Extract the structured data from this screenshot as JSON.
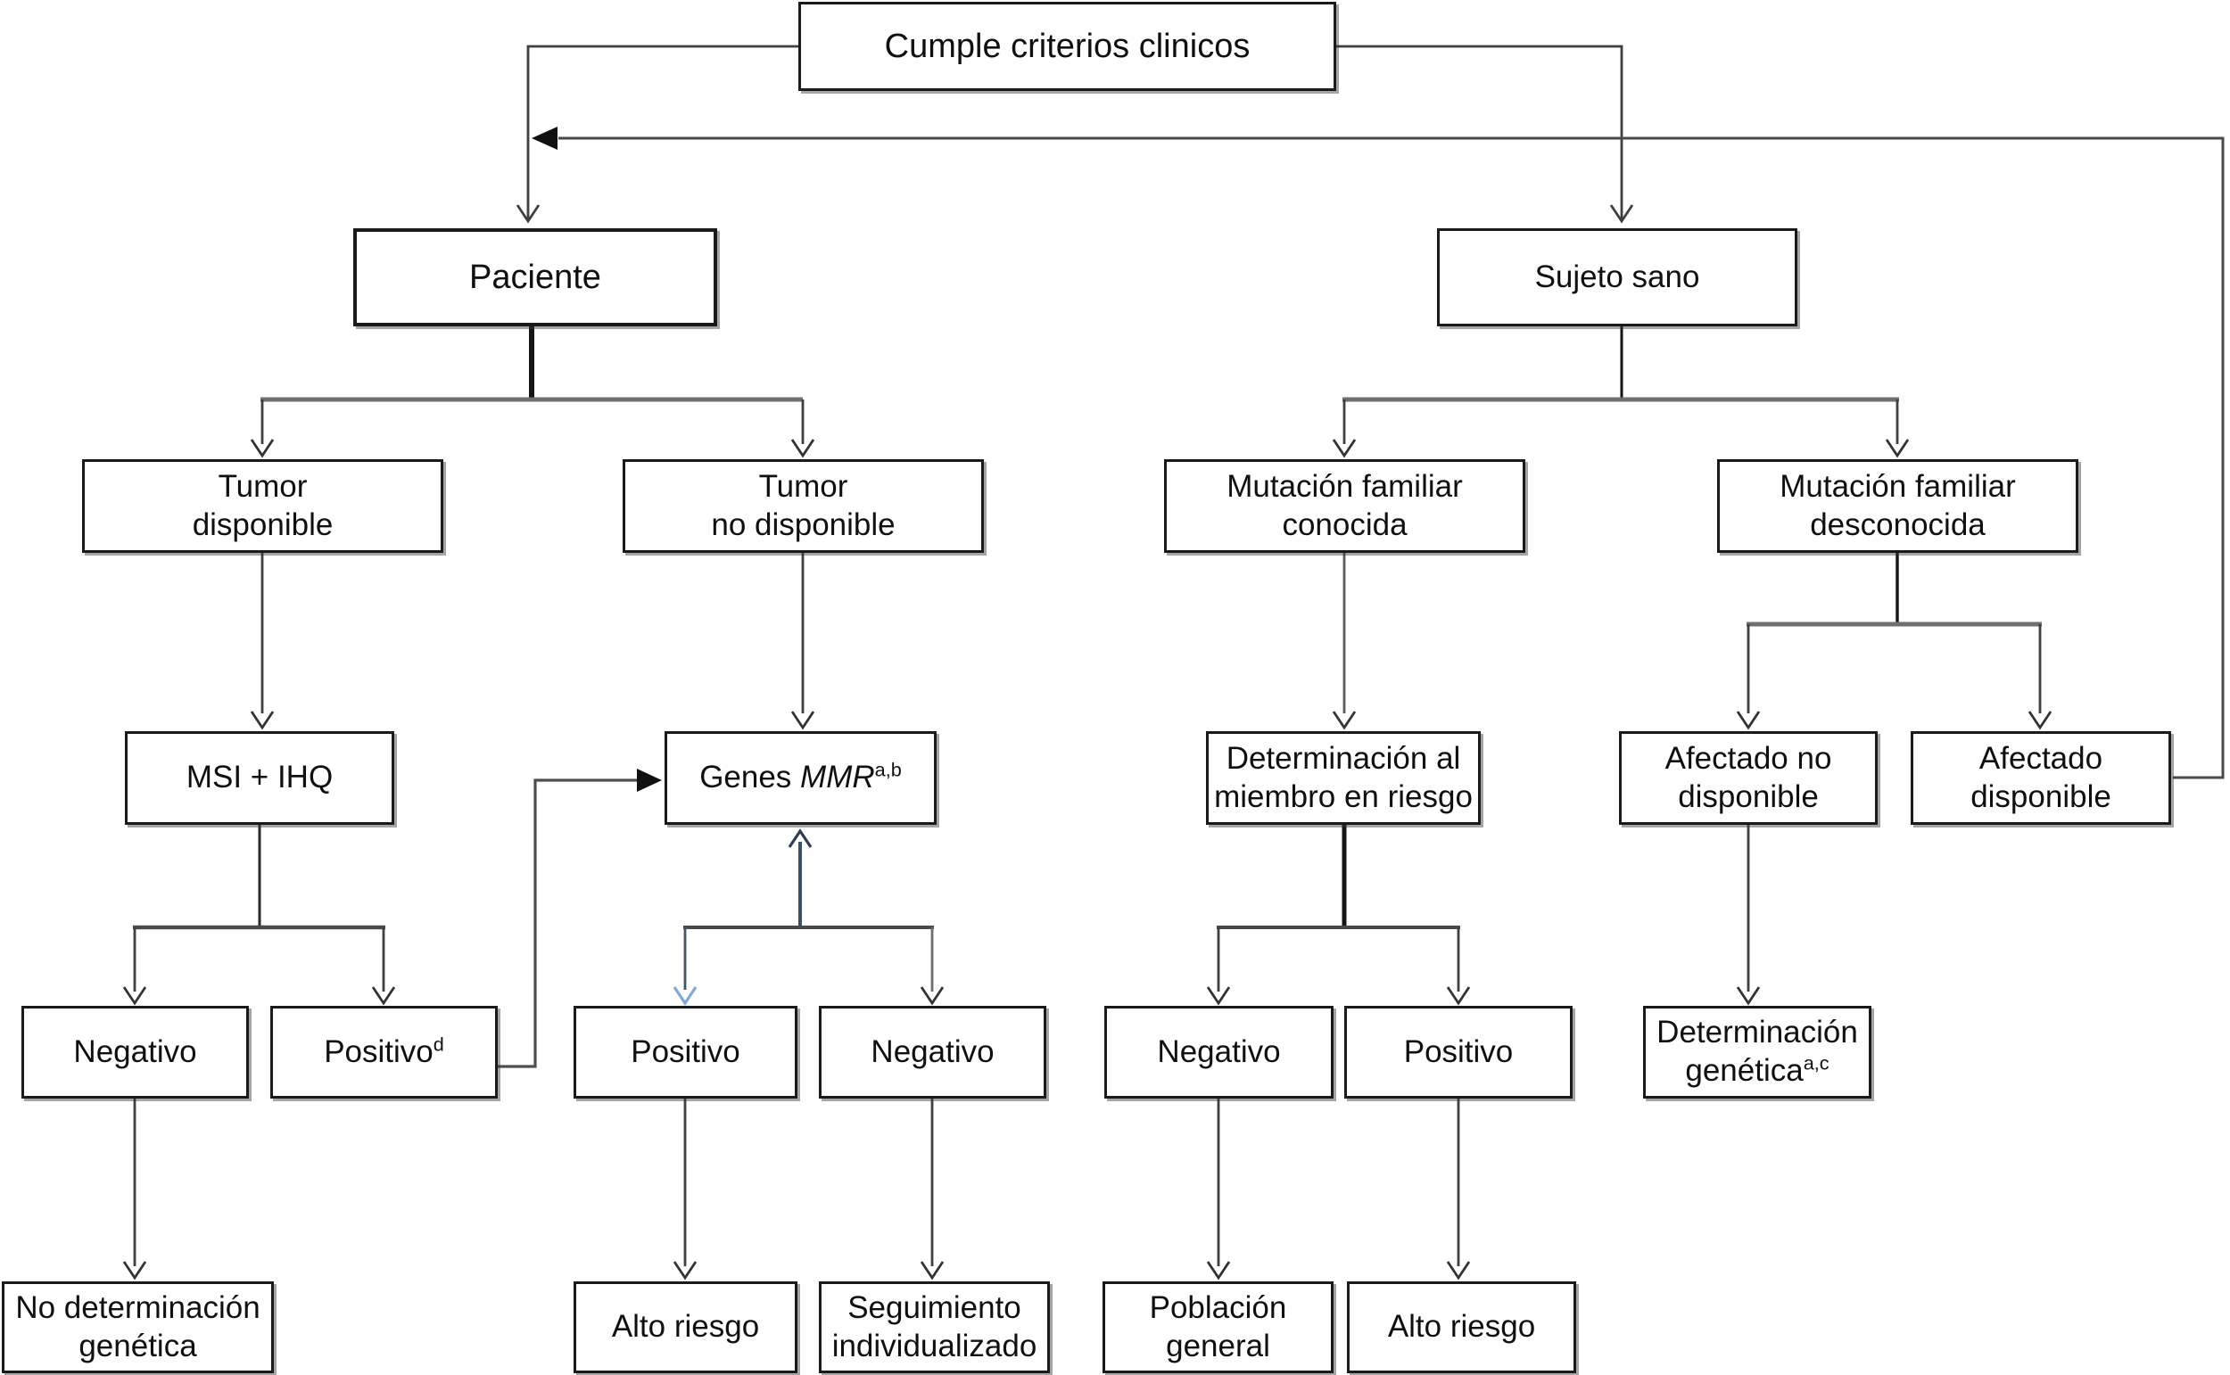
{
  "figure": {
    "type": "flowchart",
    "language": "es",
    "description": "Algoritmo de criterios clinicos para determinacion genetica (genes MMR)"
  },
  "colors": {
    "background": "#ffffff",
    "box_border": "#1a1a1a",
    "line": "#3f3f3f",
    "gray_bar": "#6f6f6f",
    "navy_arrow": "#3c4f66",
    "blue_arrow": "#7fa8d9",
    "filled_arrow": "#111111"
  },
  "nodes": {
    "cumple": {
      "label": "Cumple criterios clinicos"
    },
    "paciente": {
      "label": "Paciente"
    },
    "sujeto_sano": {
      "label": "Sujeto sano"
    },
    "tumor_disponible": {
      "line1": "Tumor",
      "line2": "disponible"
    },
    "tumor_no_disponible": {
      "line1": "Tumor",
      "line2": "no disponible"
    },
    "mutacion_conocida": {
      "line1": "Mutación familiar",
      "line2": "conocida"
    },
    "mutacion_desconocida": {
      "line1": "Mutación familiar",
      "line2": "desconocida"
    },
    "msi_ihq": {
      "label": "MSI + IHQ"
    },
    "genes_mmr": {
      "text": "Genes ",
      "italic": "MMR",
      "sup": "a,b"
    },
    "determinacion_miembro": {
      "line1": "Determinación al",
      "line2": "miembro en riesgo"
    },
    "afectado_no_disponible": {
      "line1": "Afectado no",
      "line2": "disponible"
    },
    "afectado_disponible": {
      "line1": "Afectado",
      "line2": "disponible"
    },
    "negativo_msi": {
      "label": "Negativo"
    },
    "positivo_d": {
      "label": "Positivo",
      "sup": "d"
    },
    "positivo_mmr": {
      "label": "Positivo"
    },
    "negativo_mmr": {
      "label": "Negativo"
    },
    "negativo_riesgo": {
      "label": "Negativo"
    },
    "positivo_riesgo": {
      "label": "Positivo"
    },
    "determinacion_genetica": {
      "line1": "Determinación",
      "line2": "genética",
      "sup": "a,c"
    },
    "no_determinacion_genetica": {
      "line1": "No determinación",
      "line2": "genética"
    },
    "alto_riesgo_izq": {
      "label": "Alto riesgo"
    },
    "seguimiento": {
      "line1": "Seguimiento",
      "line2": "individualizado"
    },
    "poblacion_general": {
      "line1": "Población",
      "line2": "general"
    },
    "alto_riesgo_der": {
      "label": "Alto riesgo"
    }
  }
}
